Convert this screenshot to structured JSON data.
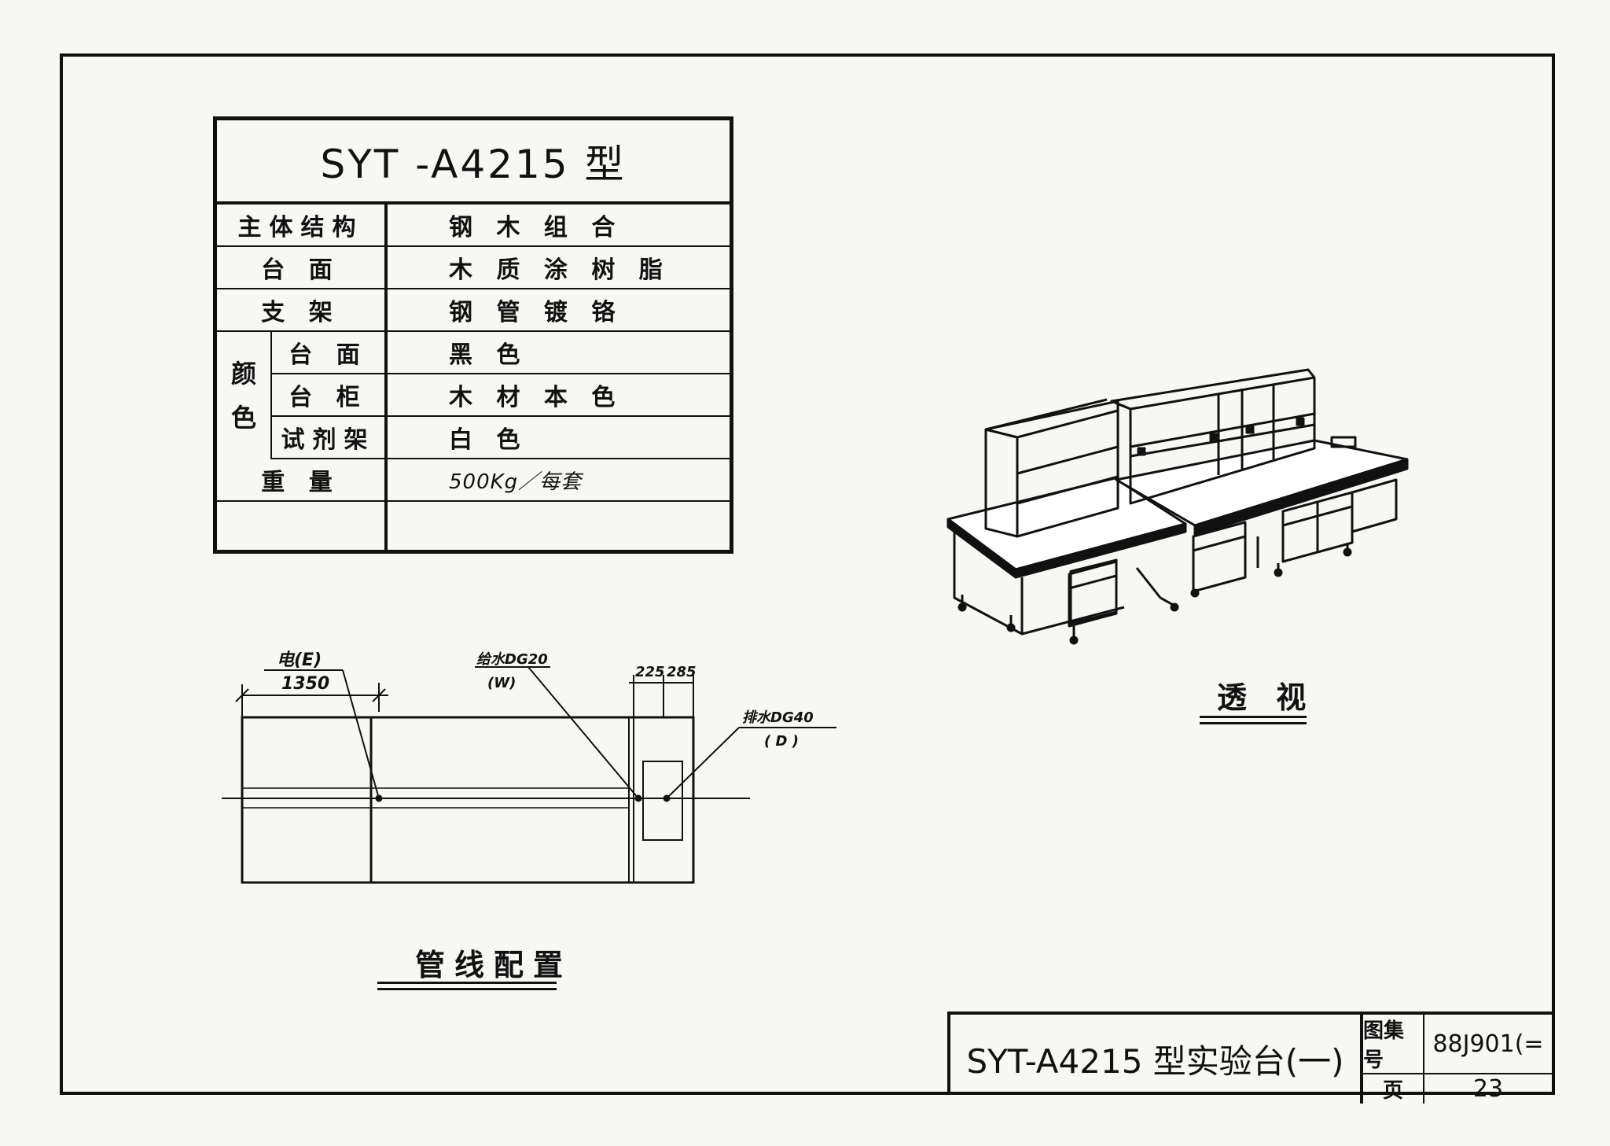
{
  "spec_table": {
    "title": "SYT -A4215 型",
    "rows": {
      "structure": {
        "label": "主体结构",
        "value": "钢 木 组 合"
      },
      "top": {
        "label": "台 面",
        "value": "木 质 涂 树 脂"
      },
      "frame": {
        "label": "支 架",
        "value": "钢 管 镀 铬"
      },
      "color": {
        "group_label_1": "颜",
        "group_label_2": "色",
        "top": {
          "label": "台 面",
          "value": "黑 色"
        },
        "cabinet": {
          "label": "台 柜",
          "value": "木 材 本 色"
        },
        "rack": {
          "label": "试剂架",
          "value": "白 色"
        }
      },
      "weight": {
        "label": "重 量",
        "value": "500Kg／每套"
      },
      "blank": {
        "label": "",
        "value": ""
      }
    }
  },
  "pipe_plan": {
    "caption": "管线配置",
    "electric_label": "电(E)",
    "electric_dim": "1350",
    "water_supply_label": "给水DG20",
    "water_supply_code": "(W)",
    "dim_a": "225",
    "dim_b": "285",
    "drain_label": "排水DG40",
    "drain_code": "( D )"
  },
  "perspective": {
    "caption": "透 视"
  },
  "title_block": {
    "drawing_name": "SYT-A4215 型实验台(一)",
    "atlas_key": "图集号",
    "atlas_value": "88J901(=",
    "page_key": "页",
    "page_value": "23"
  }
}
